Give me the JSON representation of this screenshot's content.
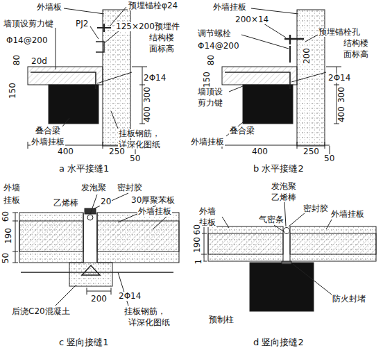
{
  "diagram": {
    "labels": [
      "外墙板",
      "预埋锚栓φ24",
      "墙顶设剪力键",
      "PJ2",
      "125×200预埋件",
      "结构楼",
      "面标高",
      "Φ14@200",
      "80",
      "150",
      "20d",
      "2Φ14",
      "300",
      "400",
      "叠合梁",
      "外墙挂板",
      "挂板钢筋，",
      "详深化图纸",
      "400",
      "250",
      "50",
      "a  水平接缝1",
      "外墙挂板",
      "200×14",
      "调节螺栓",
      "预埋锚栓孔",
      "结构楼",
      "面标高",
      "Φ14@200",
      "80",
      "150",
      "200",
      "2Φ14",
      "300",
      "400",
      "墙顶设",
      "剪力键",
      "叠合梁",
      "外墙挂板",
      "400",
      "250",
      "50",
      "b  水平接缝2",
      "外墙",
      "挂板",
      "发泡聚",
      "乙烯棒",
      "密封胶",
      "20",
      "30厚聚苯板",
      "外墙挂板",
      "60",
      "190",
      "50",
      "200",
      "2Φ14",
      "后浇C20混凝土",
      "挂板钢筋，",
      "详深化图纸",
      "c  竖向接缝1",
      "发泡聚",
      "乙烯棒",
      "外墙",
      "挂板",
      "密封胶",
      "气密条",
      "外墙挂板",
      "60",
      "190",
      "1",
      "预制柱",
      "防火封堵",
      "d  竖向接缝2"
    ]
  }
}
